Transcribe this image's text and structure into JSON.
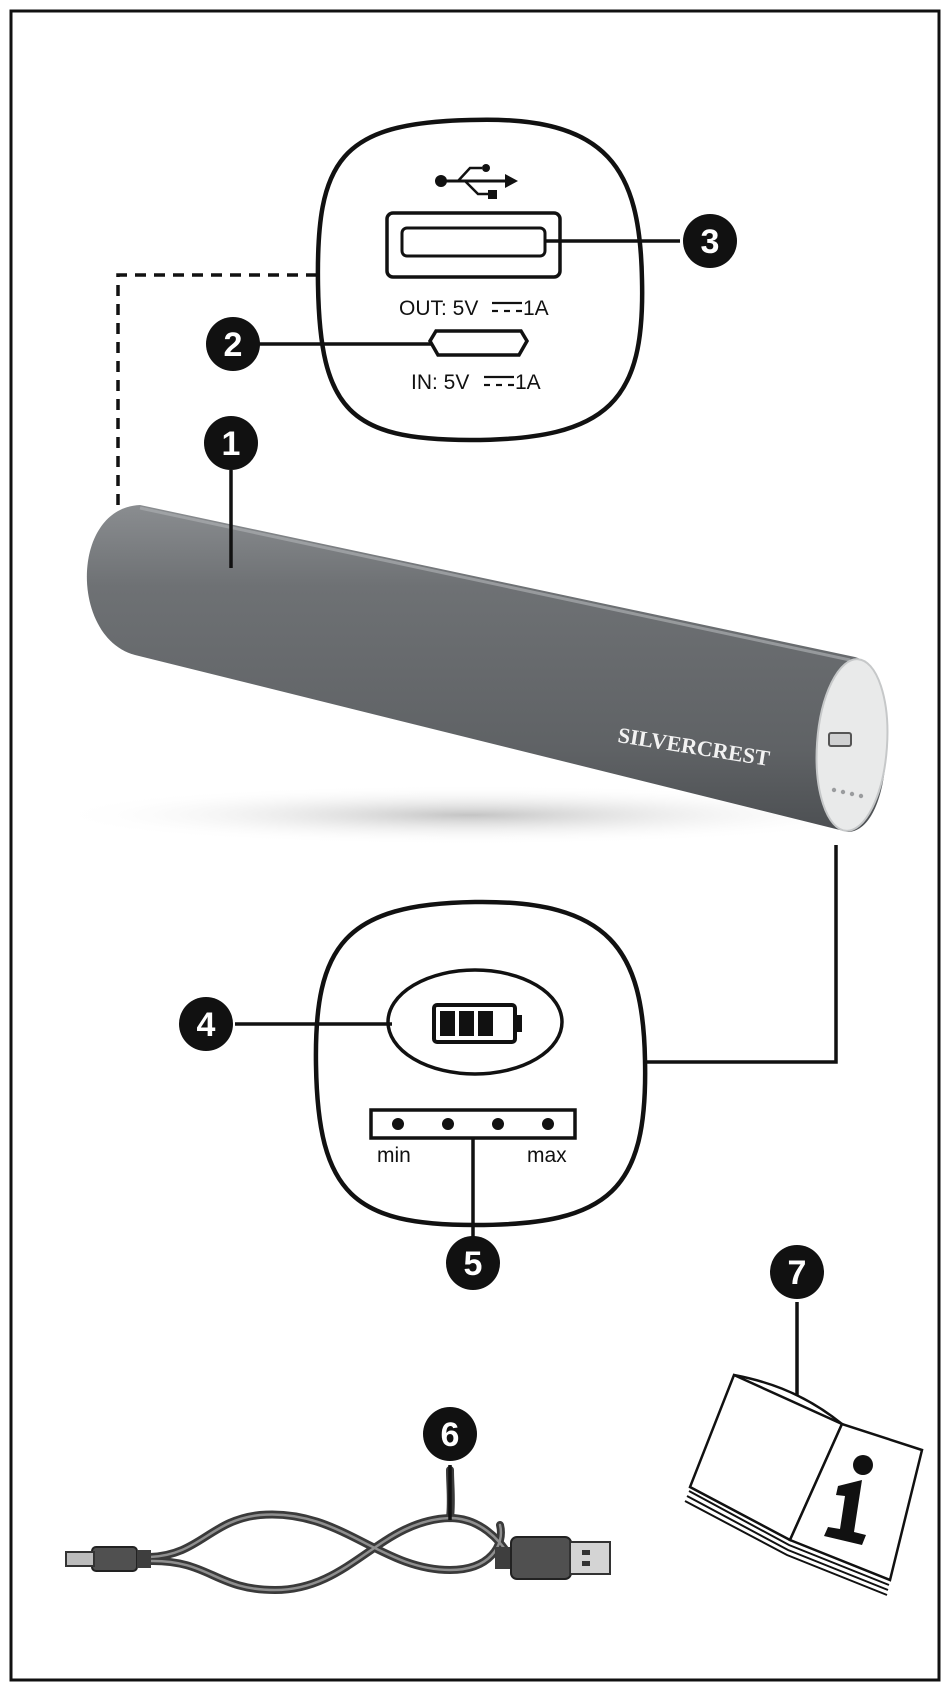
{
  "port_panel": {
    "out_label": "OUT: 5V",
    "out_current": "1A",
    "in_label": "IN: 5V",
    "in_current": "1A"
  },
  "indicator_panel": {
    "scale_min": "min",
    "scale_max": "max",
    "led_count": 4,
    "battery_bars": 3
  },
  "device": {
    "brand": "SILVERCREST"
  },
  "callouts": [
    {
      "id": "1",
      "label": "1"
    },
    {
      "id": "2",
      "label": "2"
    },
    {
      "id": "3",
      "label": "3"
    },
    {
      "id": "4",
      "label": "4"
    },
    {
      "id": "5",
      "label": "5"
    },
    {
      "id": "6",
      "label": "6"
    },
    {
      "id": "7",
      "label": "7"
    }
  ],
  "colors": {
    "device_body": "#6b6e71",
    "device_cap": "#e9eaea",
    "callout_fill": "#111111",
    "line": "#111111"
  },
  "icons": [
    "usb-icon",
    "usb-port-icon",
    "micro-usb-port-icon",
    "battery-icon",
    "info-icon",
    "usb-cable-icon"
  ]
}
